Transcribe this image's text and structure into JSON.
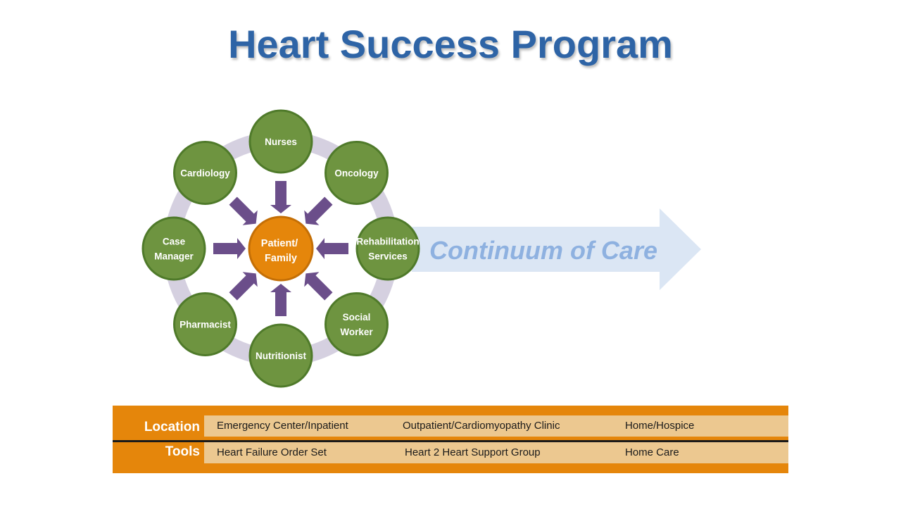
{
  "title": "Heart Success Program",
  "center": {
    "line1": "Patient/",
    "line2": "Family"
  },
  "nodes": [
    {
      "id": "nurses",
      "line1": "Nurses",
      "line2": ""
    },
    {
      "id": "oncology",
      "line1": "Oncology",
      "line2": ""
    },
    {
      "id": "rehabilitation",
      "line1": "Rehabilitation",
      "line2": "Services"
    },
    {
      "id": "social-worker",
      "line1": "Social",
      "line2": "Worker"
    },
    {
      "id": "nutritionist",
      "line1": "Nutritionist",
      "line2": ""
    },
    {
      "id": "pharmacist",
      "line1": "Pharmacist",
      "line2": ""
    },
    {
      "id": "case-manager",
      "line1": "Case",
      "line2": "Manager"
    },
    {
      "id": "cardiology",
      "line1": "Cardiology",
      "line2": ""
    }
  ],
  "arrow_label": "Continuum of Care",
  "table": {
    "location": {
      "label": "Location",
      "cells": [
        "Emergency Center/Inpatient",
        "Outpatient/Cardiomyopathy  Clinic",
        "Home/Hospice"
      ]
    },
    "tools": {
      "label": "Tools",
      "cells": [
        "Heart Failure Order Set",
        "Heart 2 Heart Support Group",
        "Home Care"
      ]
    }
  },
  "colors": {
    "title": "#2e64a6",
    "node_fill": "#6e9440",
    "node_stroke": "#4f7a2a",
    "center_fill": "#e5860b",
    "center_stroke": "#c46f06",
    "spoke_arrow": "#6b4e8a",
    "ring": "#d5d0e0",
    "big_arrow": "#dbe6f4",
    "arrow_text": "#8eb1e0",
    "table_orange": "#e5860b",
    "table_band": "#ecc890"
  }
}
